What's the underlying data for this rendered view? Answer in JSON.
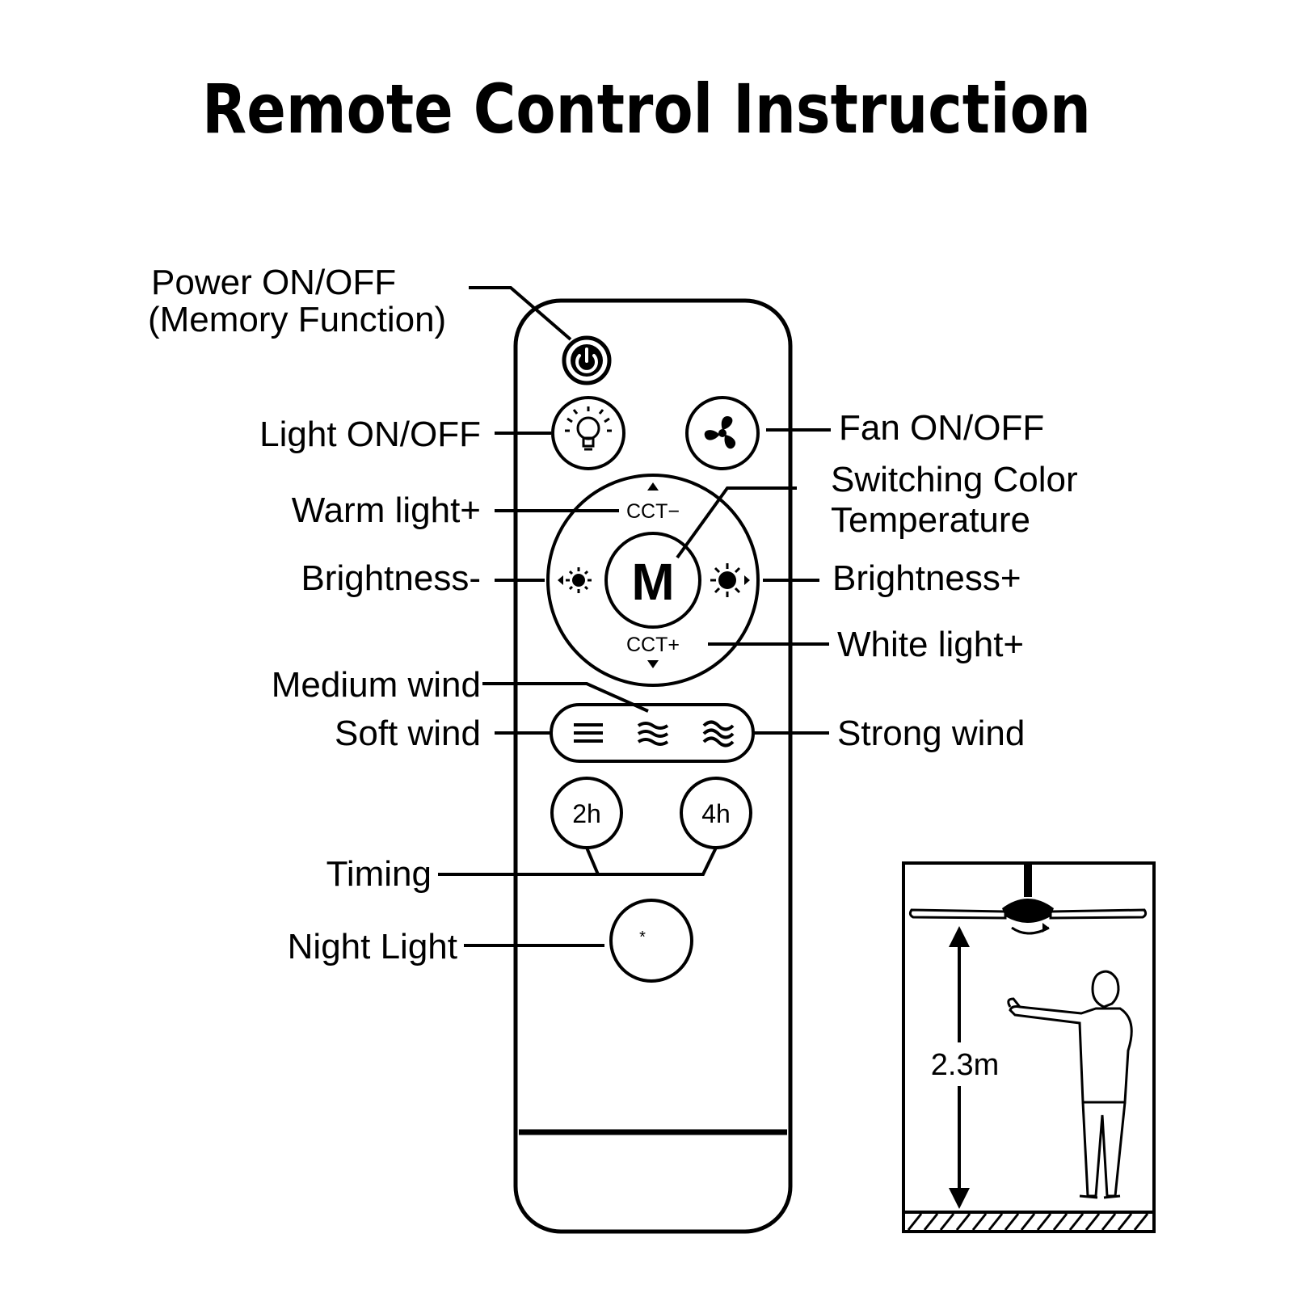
{
  "title": "Remote Control Instruction",
  "labels": {
    "power_line1": "Power ON/OFF",
    "power_line2": "(Memory Function)",
    "light": "Light ON/OFF",
    "fan": "Fan ON/OFF",
    "warm": "Warm light+",
    "switch_line1": "Switching Color",
    "switch_line2": "Temperature",
    "brightness_minus": "Brightness-",
    "brightness_plus": "Brightness+",
    "white": "White light+",
    "medium": "Medium wind",
    "soft": "Soft wind",
    "strong": "Strong wind",
    "timing": "Timing",
    "night": "Night Light"
  },
  "remote": {
    "cct_minus": "CCT−",
    "cct_plus": "CCT+",
    "mode": "M",
    "timer_2h": "2h",
    "timer_4h": "4h"
  },
  "icons": {
    "power": "power-icon",
    "light": "bulb-icon",
    "fan": "fan-icon",
    "brightness_down": "sun-small-icon",
    "brightness_up": "sun-large-icon",
    "soft_wind": "three-lines-icon",
    "medium_wind": "wave-lines-icon",
    "strong_wind": "strong-wave-icon",
    "night": "moon-star-icon"
  },
  "inset": {
    "height": "2.3m"
  }
}
